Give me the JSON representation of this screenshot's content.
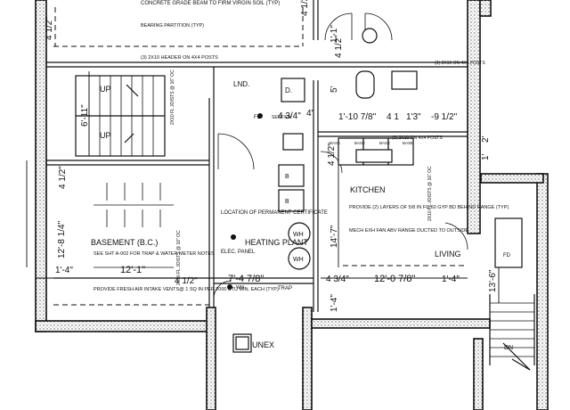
{
  "notes": {
    "beam": "CONCRETE GRADE BEAM TO FIRM VIRGIN SOIL (TYP)",
    "bearing_partition": "BEARING PARTITION (TYP)",
    "header_left": "(3) 2X10 HEADER ON 4X4 POSTS",
    "header_right": "(3) 2X10 ON 4X4 POSTS",
    "header_mid": "(3) 2X10 ON 4X4 POSTS",
    "joists_upper": "2X10 FL JOISTS @ 16\" OC",
    "joists_left": "2X10 FL JOISTS @ 16\" OC",
    "joists_kitchen": "2X10 FL JOISTS @ 16\" OC",
    "location_cert": "LOCATION OF PERMANENT CERTIFICATE",
    "elec_panel": "ELEC. PANEL",
    "see_sht": "SEE SHT A-002 FOR TRAP & WATER METER NOTES",
    "fresh_air": "PROVIDE FRESH AIR INTAKE VENTS@ 1 SQ IN PER 2000 BTU MIN. EACH (TYP)",
    "gyp": "PROVIDE (2) LAYERS OF 5/8 IN FC 60 GYP BD BEHIND RANGE (TYP)",
    "exhaust": "MECH EXH FAN ABV RANGE DUCTED TO OUTSIDE",
    "trap": "TRAP",
    "fd_left": "FD",
    "fd_right": "FD",
    "section": "SECTION",
    "wm": "WM",
    "up_1": "UP",
    "up_2": "UP",
    "dn": "DN",
    "wh_1": "WH",
    "wh_2": "WH",
    "b_1": "B",
    "b_2": "B",
    "d_mark": "D.",
    "lnd": "LND.",
    "cab_1": "BASE",
    "cab_2": "BASE",
    "cab_3": "BASE",
    "cab_4": "BASE",
    "kitchen_label": "KITCHEN",
    "living_label": "LIVING"
  },
  "rooms": {
    "basement": "BASEMENT (B.C.)",
    "heating_plant": "HEATING PLANT",
    "kitchen": "KITCHEN",
    "living": "LIVING",
    "unex": "UNEX"
  },
  "dimensions": {
    "d_4_1_2_a": "4 1/2\"",
    "d_4_1_2_b": "4 1/2\"",
    "d_4_1_2_c": "4 1/2\"",
    "d_4_1_2_d": "4 1/2\"",
    "d_4_1_2_e": "4 1/2\"",
    "d_4_1_2_f": "4 1/2\"",
    "d_6_11": "6'-11\"",
    "d_12_8": "12'-8 1/4\"",
    "d_12_1": "12'-1\"",
    "d_1_4_left": "1'-4\"",
    "d_1_4_right": "1'-4\"",
    "d_1_4_bottom": "1'-4\"",
    "d_7_4": "7'-4 7/8\"",
    "d_4_3_4_a": "4 3/4\"",
    "d_4_3_4_b": "4 3/4\"",
    "d_12_0": "12'-0 7/8\"",
    "d_1_10": "1'-10 7/8\"",
    "d_1_3": "1'3\"",
    "d_9_1_2": "-9 1/2\"",
    "d_4_1": "4 1",
    "d_14_7": "14'-7\"",
    "d_13_6": "13'-6\"",
    "d_5": "5'",
    "d_1_1": "1'-1\"",
    "d_2": "2'",
    "d_1": "1'",
    "d_4_tail": "4\""
  },
  "colors": {
    "ink": "#111111",
    "paper": "#ffffff",
    "hatch": "#555555"
  }
}
